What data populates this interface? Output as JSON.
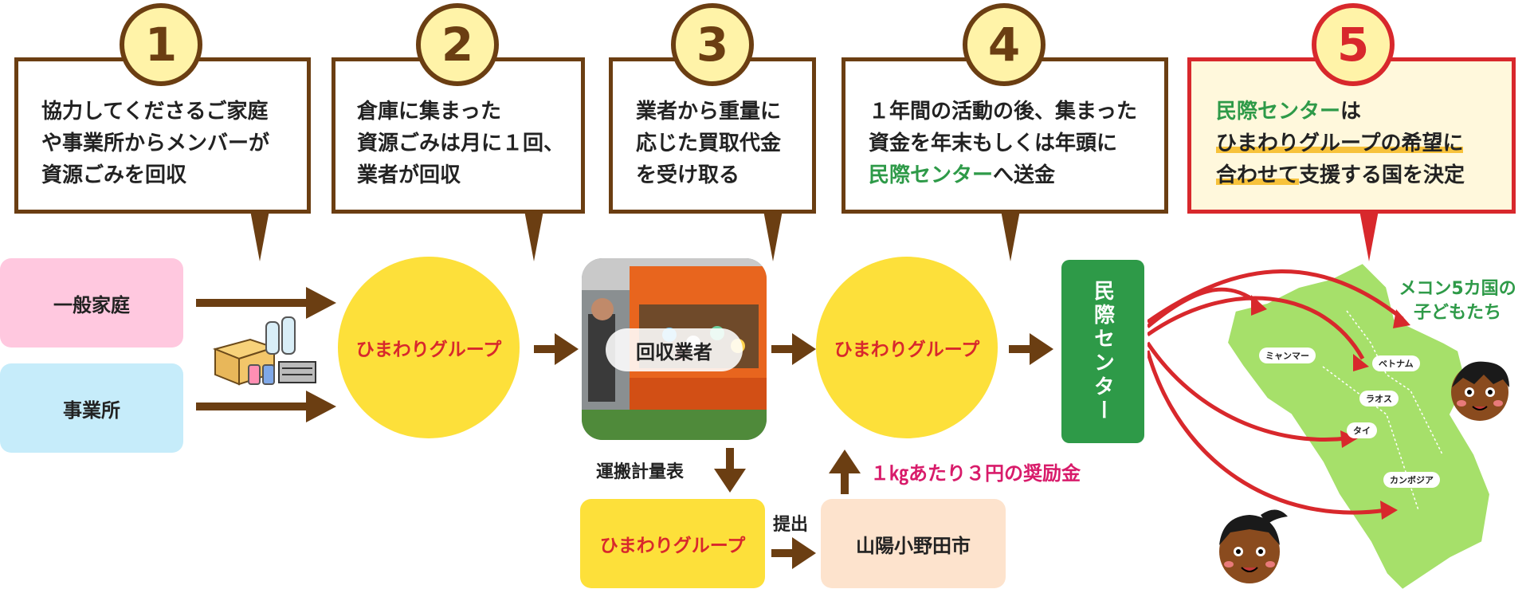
{
  "steps": [
    {
      "number": "1",
      "lines": [
        "協力してくださるご家庭",
        "や事業所からメンバーが",
        "資源ごみを回収"
      ]
    },
    {
      "number": "2",
      "lines": [
        "倉庫に集まった",
        "資源ごみは月に１回、",
        "業者が回収"
      ]
    },
    {
      "number": "3",
      "lines": [
        "業者から重量に",
        "応じた買取代金",
        "を受け取る"
      ]
    },
    {
      "number": "4",
      "lines_pre": [
        "１年間の活動の後、集まった",
        "資金を年末もしくは年頭に"
      ],
      "line3_green": "民際センター",
      "line3_rest": "へ送金"
    },
    {
      "number": "5",
      "line1_green": "民際センター",
      "line1_rest": "は",
      "line2": "ひまわりグループの希望に",
      "line3_hl": "合わせて",
      "line3_rest": "支援する国を決定"
    }
  ],
  "sources": {
    "household": "一般家庭",
    "business": "事業所"
  },
  "himawari_label": "ひまわりグループ",
  "collector_label": "回収業者",
  "minsai_vertical": "民際センター",
  "transport_label": "運搬計量表",
  "submit_label": "提出",
  "city_label": "山陽小野田市",
  "incentive_label": "１㎏あたり３円の奨励金",
  "mekong_title": [
    "メコン5カ国の",
    "子どもたち"
  ],
  "countries": [
    "ミャンマー",
    "ベトナム",
    "ラオス",
    "タイ",
    "カンボジア"
  ],
  "colors": {
    "brown": "#6b3e12",
    "red": "#d8282c",
    "yellow": "#fde03a",
    "pink": "#ffc8df",
    "lightblue": "#c6ecfa",
    "green": "#2e9a48",
    "peach": "#fde3cd",
    "magenta": "#d81b6a"
  }
}
